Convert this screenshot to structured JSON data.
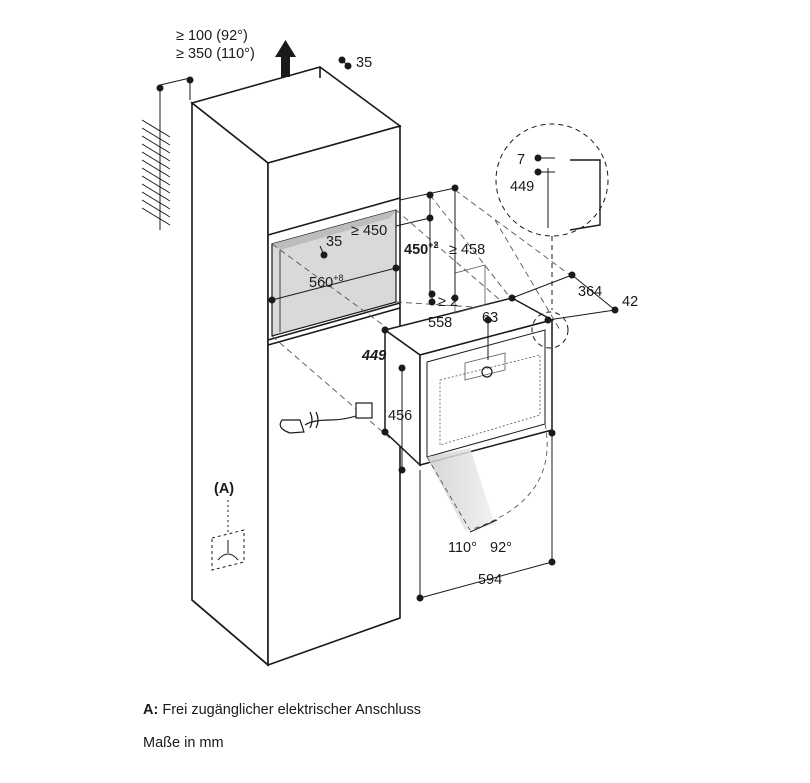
{
  "dimensions": {
    "top_clearance_1": "≥ 100 (92°)",
    "top_clearance_2": "≥ 350 (110°)",
    "top_depth": "35",
    "niche_inner_depth": "35",
    "niche_depth_min": "≥ 450",
    "niche_height_main": "450",
    "niche_height_main_tol": "+2",
    "niche_height_alt": "≥ 458",
    "niche_width": "560",
    "niche_width_tol": "+8",
    "gap_below": "≥ 2",
    "depth_364": "364",
    "front_42": "42",
    "body_width": "558",
    "offset_63": "63",
    "body_height_bold": "449",
    "body_height_456": "456",
    "detail_7": "7",
    "detail_449": "449",
    "angle_110": "110°",
    "angle_92": "92°",
    "front_width": "594"
  },
  "labels": {
    "connection_marker": "(A)"
  },
  "legend": {
    "a_key": "A:",
    "a_text": "Frei zugänglicher elektrischer Anschluss",
    "units": "Maße in mm"
  },
  "colors": {
    "line": "#1a1a1a",
    "niche_fill": "#d9d9d9",
    "door_fill": "#e0e0e0"
  }
}
